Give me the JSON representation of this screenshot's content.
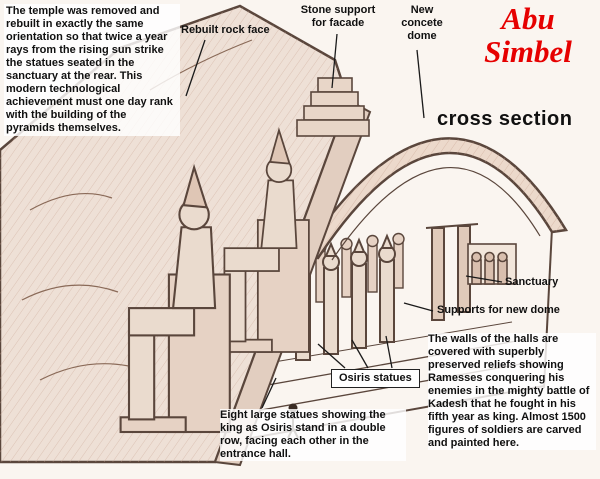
{
  "title": {
    "word1": "Abu",
    "word2": "Simbel",
    "subtitle": "cross section"
  },
  "paragraphs": {
    "intro": "The temple was removed and rebuilt in exactly the same orientation so that twice a year rays from the rising sun strike the statues seated in the sanctuary at the rear. This modern technological achievement must one day rank with the building of the pyramids themselves.",
    "statues_caption": "Eight large statues showing the king as Osiris stand in a double row, facing each other in the entrance hall.",
    "walls": "The walls of the halls are covered with superbly preserved reliefs showing Ramesses conquering his enemies in the mighty battle of Kadesh that he fought in his fifth year as king. Almost 1500 figures of soldiers are carved and painted here."
  },
  "labels": {
    "rebuilt_rock_face": "Rebuilt rock face",
    "stone_support": "Stone support for facade",
    "new_dome": "New concete dome",
    "sanctuary": "Sanctuary",
    "supports": "Supports for new dome",
    "osiris": "Osiris statues"
  },
  "colors": {
    "title_red": "#e60000",
    "ink": "#5a463c",
    "text": "#101010"
  },
  "illustration": {
    "subject": "Cutaway cross-section drawing of the Abu Simbel temple showing seated colossi on the rock facade, interior hall with Osiris pillar statues, the sanctuary, and the new concrete dome built over the relocated temple"
  }
}
